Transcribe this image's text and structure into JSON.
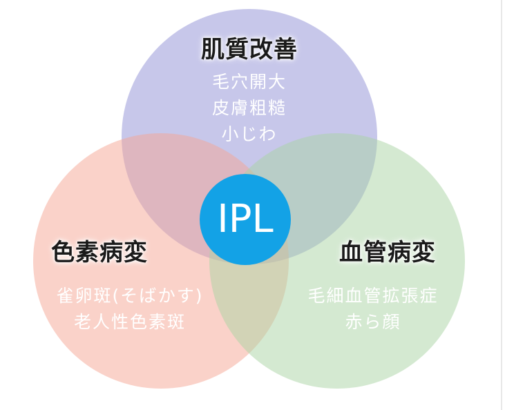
{
  "colors": {
    "top_circle": "#8f8fd6",
    "left_circle": "#f6a594",
    "right_circle": "#a9d3a3",
    "center": "#13a2e6"
  },
  "center": {
    "label": "IPL"
  },
  "circles": [
    {
      "id": "top",
      "title": "肌質改善",
      "items": [
        "毛穴開大",
        "皮膚粗糙",
        "小じわ"
      ]
    },
    {
      "id": "left",
      "title": "色素病変",
      "items": [
        "雀卵斑(そばかす)",
        "老人性色素斑"
      ]
    },
    {
      "id": "right",
      "title": "血管病変",
      "items": [
        "毛細血管拡張症",
        "赤ら顔"
      ]
    }
  ]
}
